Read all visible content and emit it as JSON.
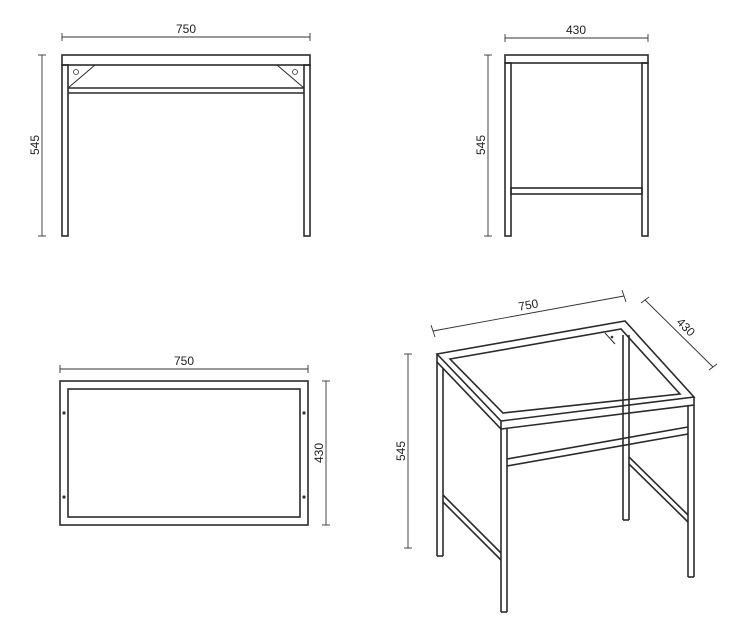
{
  "views": {
    "front": {
      "width_label": "750",
      "height_label": "545"
    },
    "side": {
      "width_label": "430",
      "height_label": "545"
    },
    "top": {
      "width_label": "750",
      "depth_label": "430"
    },
    "perspective": {
      "width_label": "750",
      "depth_label": "430",
      "height_label": "545"
    }
  },
  "colors": {
    "line": "#2b2b2b",
    "background": "#ffffff"
  }
}
